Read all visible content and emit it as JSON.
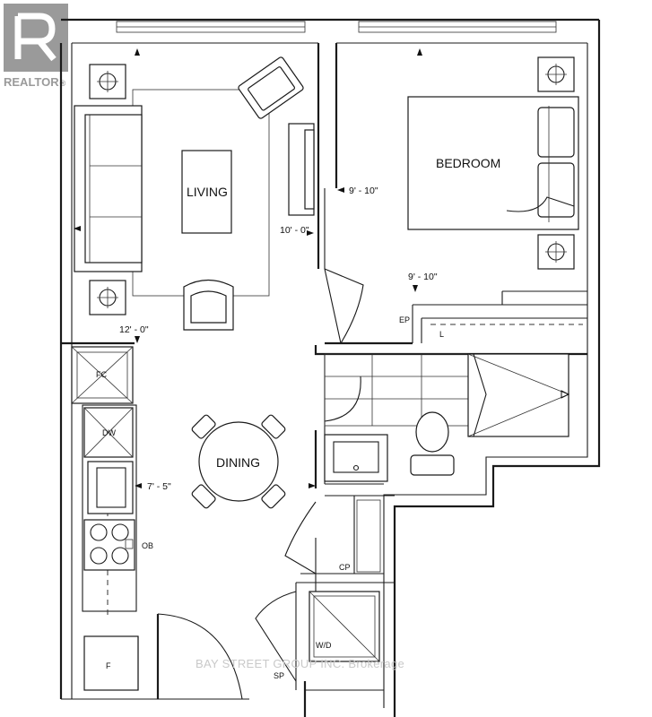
{
  "logo": {
    "text": "REALTOR",
    "mark": "®"
  },
  "rooms": {
    "living": "LIVING",
    "bedroom": "BEDROOM",
    "dining": "DINING"
  },
  "dimensions": {
    "living_width": "12' - 0\"",
    "living_depth": "10' - 0\"",
    "bedroom_width": "9' - 10\"",
    "bedroom_depth": "9' - 10\"",
    "dining_width": "7' - 5\""
  },
  "fixtures": {
    "fc": "FC",
    "dw": "DW",
    "ob": "OB",
    "f": "F",
    "cp": "CP",
    "wd": "W/D",
    "sp": "SP",
    "ep": "EP",
    "l": "L"
  },
  "watermark": "BAY STREET GROUP INC. Brokerage",
  "icons": [
    "realtor-logo",
    "ceiling-light-icon",
    "armchair-icon",
    "sofa-icon",
    "bed-icon",
    "toilet-icon",
    "sink-icon",
    "stove-icon",
    "door-swing-icon",
    "window-icon"
  ]
}
